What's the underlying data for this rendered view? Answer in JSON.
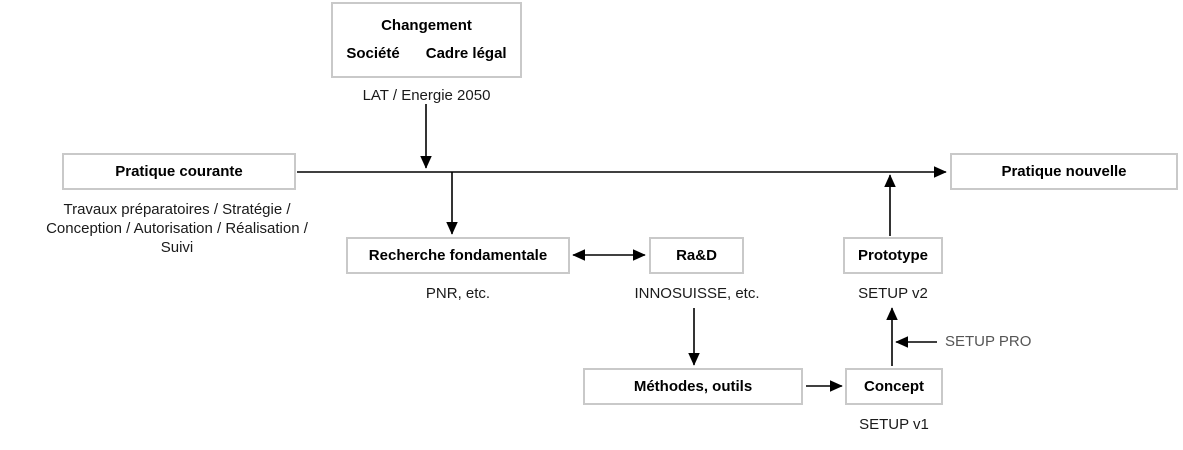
{
  "diagram": {
    "title": "Changement / Pratique courante vers Pratique nouvelle",
    "colors": {
      "box_border": "#c9c9c9",
      "box_fill": "#ffffff",
      "text": "#000000",
      "caption": "#1a1a1a",
      "muted_caption": "#555555",
      "edge": "#000000"
    },
    "nodes": {
      "changement": {
        "title": "Changement",
        "sub_left": "Société",
        "sub_right": "Cadre légal",
        "caption": "LAT / Energie 2050"
      },
      "pratique_courante": {
        "label": "Pratique courante",
        "caption": "Travaux préparatoires / Stratégie /\nConception / Autorisation / Réalisation /\nSuivi"
      },
      "pratique_nouvelle": {
        "label": "Pratique nouvelle",
        "caption": ""
      },
      "recherche_fondamentale": {
        "label": "Recherche fondamentale",
        "caption": "PNR, etc."
      },
      "ra_et_d": {
        "label": "Ra&D",
        "caption": "INNOSUISSE, etc."
      },
      "prototype": {
        "label": "Prototype",
        "caption": "SETUP v2"
      },
      "methodes_outils": {
        "label": "Méthodes, outils",
        "caption": ""
      },
      "concept": {
        "label": "Concept",
        "caption": "SETUP v1"
      }
    },
    "annotations": {
      "setup_pro": "SETUP PRO"
    },
    "edges": [
      {
        "name": "changement-to-main-flow",
        "from": "changement",
        "to": "main-flow-line",
        "arrow": "single"
      },
      {
        "name": "pratique-courante-to-pratique-nouvelle",
        "from": "pratique_courante",
        "to": "pratique_nouvelle",
        "arrow": "single"
      },
      {
        "name": "main-flow-to-recherche-fondamentale",
        "from": "main-flow-line",
        "to": "recherche_fondamentale",
        "arrow": "single"
      },
      {
        "name": "recherche-fondamentale-to-ra-et-d",
        "from": "recherche_fondamentale",
        "to": "ra_et_d",
        "arrow": "double"
      },
      {
        "name": "ra-et-d-to-methodes-outils",
        "from": "ra_et_d",
        "to": "methodes_outils",
        "arrow": "single"
      },
      {
        "name": "methodes-outils-to-concept",
        "from": "methodes_outils",
        "to": "concept",
        "arrow": "single"
      },
      {
        "name": "concept-to-prototype",
        "from": "concept",
        "to": "prototype",
        "arrow": "single"
      },
      {
        "name": "setup-pro-to-concept-prototype",
        "from": "setup_pro",
        "to": "concept-prototype-link",
        "arrow": "single"
      },
      {
        "name": "prototype-to-main-flow",
        "from": "prototype",
        "to": "main-flow-line",
        "arrow": "single"
      }
    ]
  }
}
